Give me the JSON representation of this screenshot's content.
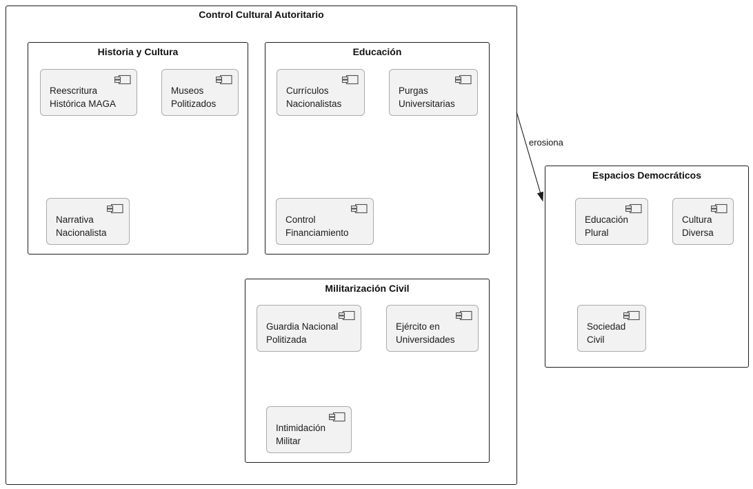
{
  "diagram": {
    "title": "Control Cultural Autoritario",
    "edge": {
      "label": "erosiona"
    },
    "groups": {
      "historia": {
        "title": "Historia y Cultura",
        "components": {
          "reescritura": "Reescritura Histórica MAGA",
          "museos": "Museos Politizados",
          "narrativa": "Narrativa Nacionalista"
        }
      },
      "educacion": {
        "title": "Educación",
        "components": {
          "curriculos": "Currículos Nacionalistas",
          "purgas": "Purgas Universitarias",
          "control_financiamiento": "Control Financiamiento"
        }
      },
      "militarizacion": {
        "title": "Militarización Civil",
        "components": {
          "guardia": "Guardia Nacional Politizada",
          "ejercito": "Ejército en Universidades",
          "intimidacion": "Intimidación Militar"
        }
      },
      "espacios": {
        "title": "Espacios Democráticos",
        "components": {
          "educacion_plural": "Educación Plural",
          "cultura_diversa": "Cultura Diversa",
          "sociedad_civil": "Sociedad Civil"
        }
      }
    },
    "colors": {
      "component_fill": "#f2f2f2",
      "component_border": "#aaaaaa",
      "box_border": "#1c1c1c",
      "text": "#1a1a1a"
    }
  }
}
